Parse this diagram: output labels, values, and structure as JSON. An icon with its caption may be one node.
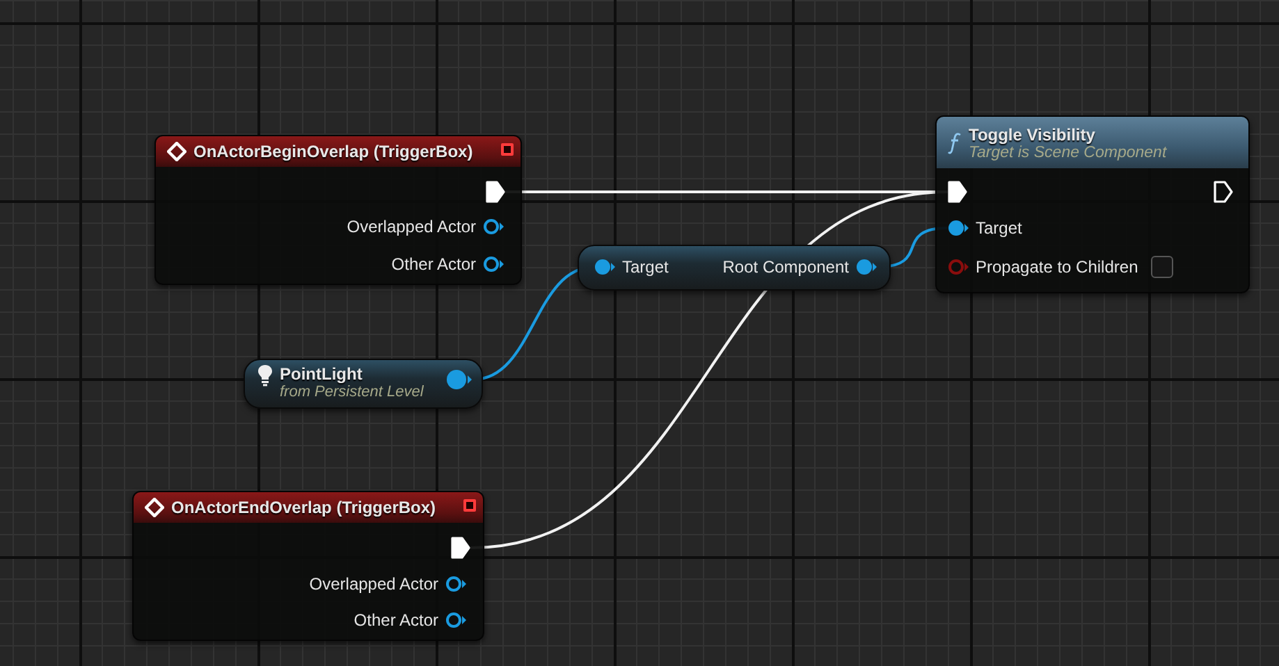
{
  "diagram": {
    "nodes": [
      {
        "text": [
          "OnActorBeginOverlap (TriggerBox)"
        ]
      },
      {
        "text": [],
        "shape": "pentagon",
        "in": 0
      },
      {
        "text": [
          "Overlapped Actor"
        ],
        "in": 0
      },
      {
        "text": [
          "Other Actor"
        ],
        "in": 0
      },
      {
        "text": [
          "Toggle Visibility",
          "Target is Scene Component"
        ]
      },
      {
        "text": [],
        "shape": "pentagon",
        "in": 4
      },
      {
        "text": [],
        "shape": "pentagon",
        "in": 4
      },
      {
        "text": [
          "Target"
        ],
        "in": 4
      },
      {
        "text": [
          "Propagate to Children"
        ],
        "in": 4
      },
      {
        "text": [],
        "shape": "box"
      },
      {
        "text": [
          "Target"
        ],
        "in": 9
      },
      {
        "text": [
          "Root Component"
        ],
        "in": 9
      },
      {
        "text": [
          "PointLight",
          "from Persistent Level"
        ]
      },
      {
        "text": [],
        "shape": "circle",
        "in": 12
      },
      {
        "text": [
          "OnActorEndOverlap (TriggerBox)"
        ]
      },
      {
        "text": [],
        "shape": "pentagon",
        "in": 14
      },
      {
        "text": [
          "Overlapped Actor"
        ],
        "in": 14
      },
      {
        "text": [
          "Other Actor"
        ],
        "in": 14
      }
    ],
    "edges": [
      {
        "from": 1,
        "to": 5,
        "arrow": "none"
      },
      {
        "from": 15,
        "to": 5,
        "arrow": "none"
      },
      {
        "from": 13,
        "to": 10,
        "arrow": "none",
        "color": "#1a9be0"
      },
      {
        "from": 11,
        "to": 7,
        "arrow": "none",
        "color": "#1a9be0"
      }
    ]
  }
}
